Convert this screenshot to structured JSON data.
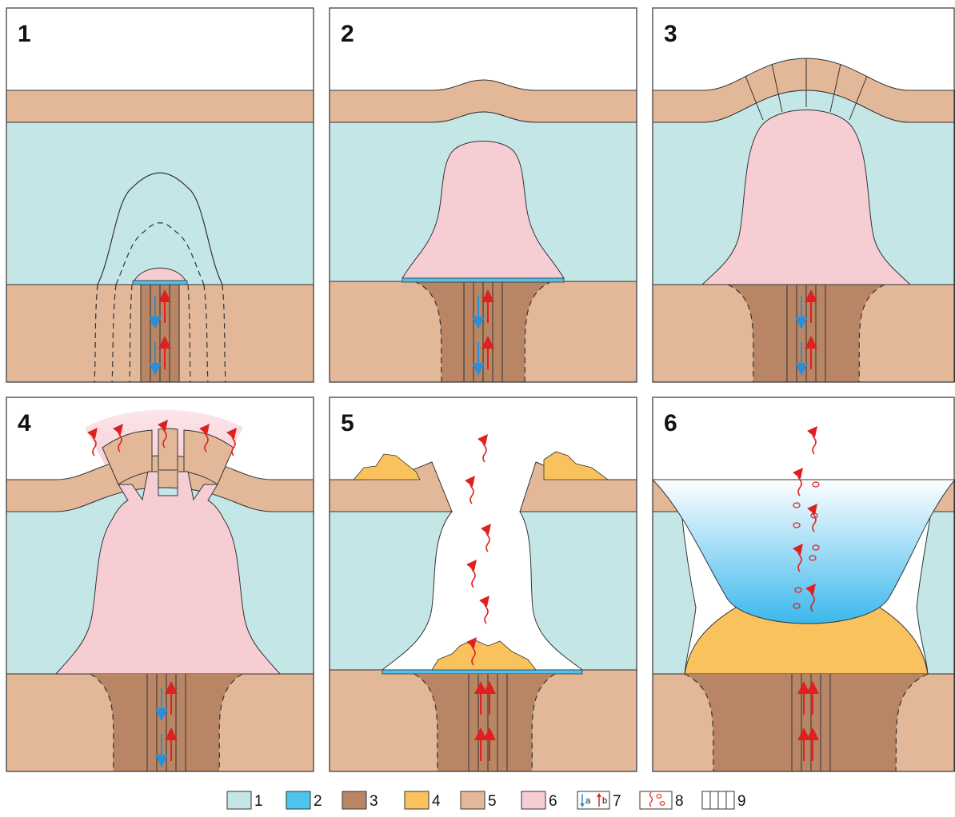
{
  "panels": [
    {
      "number": "1"
    },
    {
      "number": "2"
    },
    {
      "number": "3"
    },
    {
      "number": "4"
    },
    {
      "number": "5"
    },
    {
      "number": "6"
    }
  ],
  "legend": [
    {
      "label": "1",
      "color": "#c5e6e7"
    },
    {
      "label": "2",
      "color": "#4dc3ee"
    },
    {
      "label": "3",
      "color": "#b88664"
    },
    {
      "label": "4",
      "color": "#f9c25d"
    },
    {
      "label": "5",
      "color": "#e3b899"
    },
    {
      "label": "6",
      "color": "#f7cdd4"
    },
    {
      "label": "7",
      "sub_a": "a",
      "sub_b": "b",
      "icon": "flow-arrows-icon"
    },
    {
      "label": "8",
      "icon": "gas-bubbles-icon"
    },
    {
      "label": "9",
      "icon": "fracture-lines-icon"
    }
  ]
}
